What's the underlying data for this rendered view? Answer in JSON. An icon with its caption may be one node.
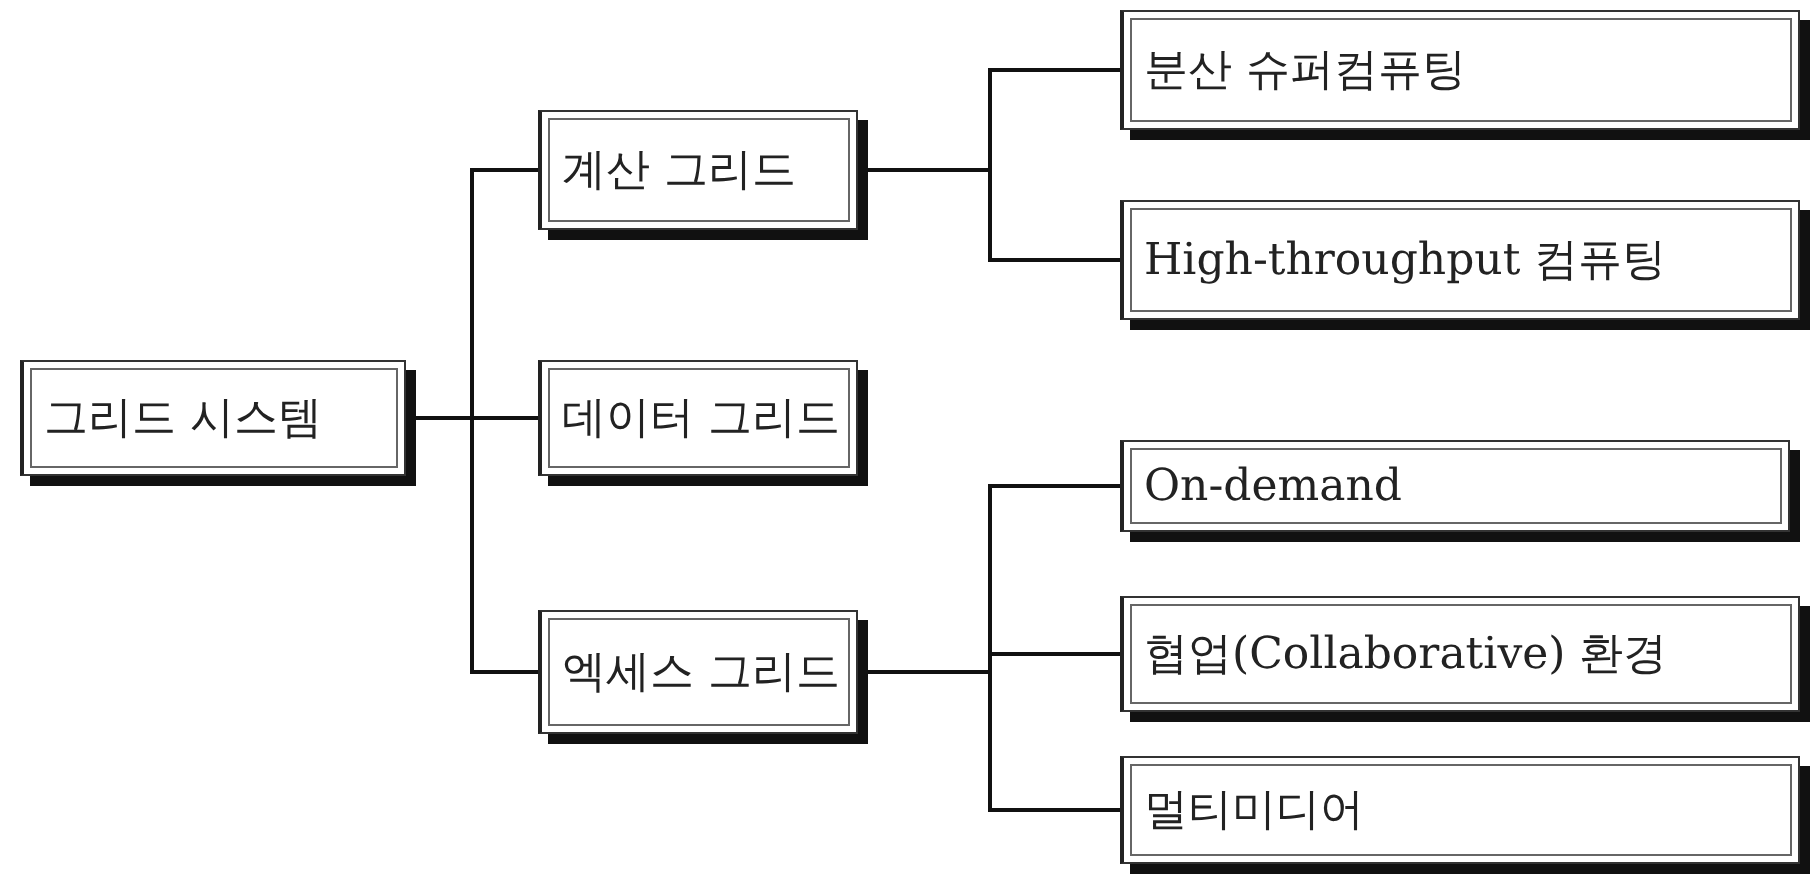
{
  "diagram": {
    "nodes": [
      {
        "text": [
          "그리드 시스템"
        ]
      },
      {
        "text": [
          "계산 그리드"
        ]
      },
      {
        "text": [
          "데이터 그리드"
        ]
      },
      {
        "text": [
          "엑세스 그리드"
        ]
      },
      {
        "text": [
          "분산 슈퍼컴퓨팅"
        ]
      },
      {
        "text": [
          "High-throughput 컴퓨팅"
        ]
      },
      {
        "text": [
          "On-demand"
        ]
      },
      {
        "text": [
          "협업(Collaborative) 환경"
        ]
      },
      {
        "text": [
          "멀티미디어"
        ]
      }
    ],
    "edges": [
      {
        "from": 0,
        "to": 1,
        "arrow": "none"
      },
      {
        "from": 0,
        "to": 2,
        "arrow": "none"
      },
      {
        "from": 0,
        "to": 3,
        "arrow": "none"
      },
      {
        "from": 1,
        "to": 4,
        "arrow": "none"
      },
      {
        "from": 1,
        "to": 5,
        "arrow": "none"
      },
      {
        "from": 3,
        "to": 6,
        "arrow": "none"
      },
      {
        "from": 3,
        "to": 7,
        "arrow": "none"
      },
      {
        "from": 3,
        "to": 8,
        "arrow": "none"
      }
    ]
  }
}
